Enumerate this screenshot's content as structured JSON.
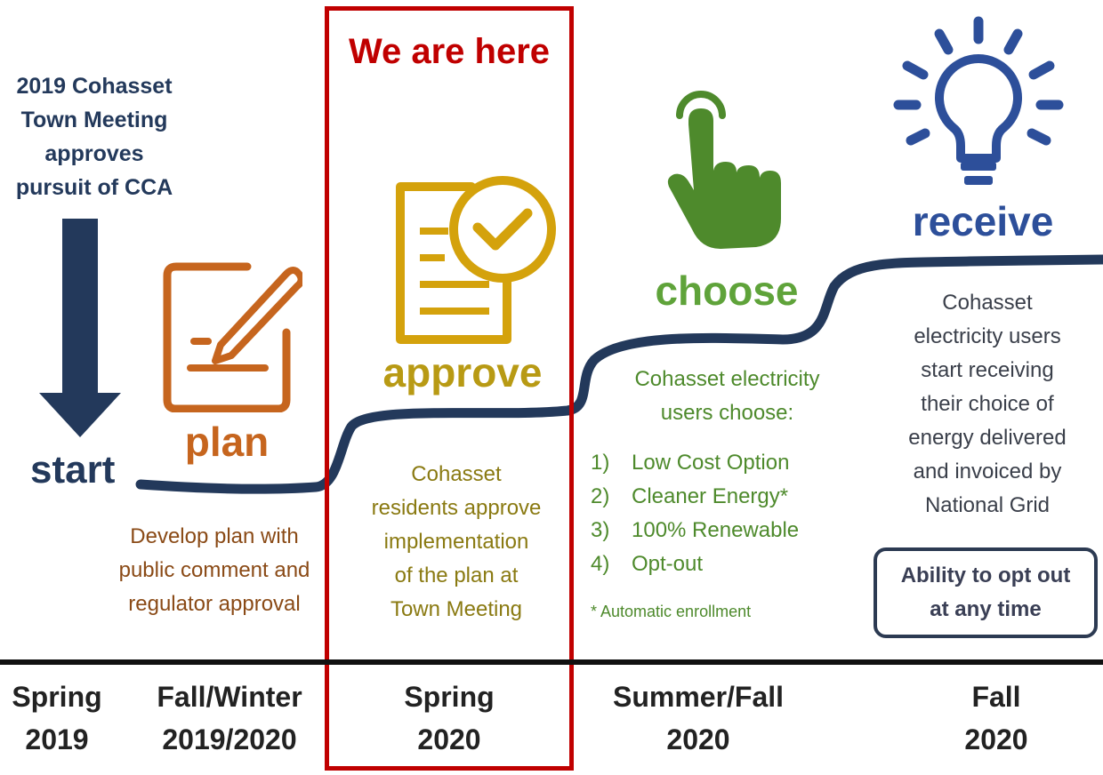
{
  "marker": {
    "label": "We are here"
  },
  "steps": {
    "start": {
      "intro_lines": [
        "2019 Cohasset",
        "Town Meeting",
        "approves",
        "pursuit of CCA"
      ],
      "label": "start"
    },
    "plan": {
      "label": "plan",
      "desc_lines": [
        "Develop plan with",
        "public comment and",
        "regulator approval"
      ]
    },
    "approve": {
      "label": "approve",
      "desc_lines": [
        "Cohasset",
        "residents approve",
        "implementation",
        "of the plan at",
        "Town Meeting"
      ]
    },
    "choose": {
      "label": "choose",
      "desc_lines": [
        "Cohasset electricity",
        "users choose:"
      ],
      "options": [
        {
          "num": "1)",
          "text": "Low Cost Option"
        },
        {
          "num": "2)",
          "text": "Cleaner Energy*"
        },
        {
          "num": "3)",
          "text": "100% Renewable"
        },
        {
          "num": "4)",
          "text": "Opt-out"
        }
      ],
      "footnote": "* Automatic enrollment"
    },
    "receive": {
      "label": "receive",
      "desc_lines": [
        "Cohasset",
        "electricity users",
        "start receiving",
        "their choice of",
        "energy delivered",
        "and invoiced by",
        "National Grid"
      ],
      "optout_lines": [
        "Ability to opt out",
        "at any time"
      ]
    }
  },
  "timeline": [
    {
      "line1": "Spring",
      "line2": "2019"
    },
    {
      "line1": "Fall/Winter",
      "line2": "2019/2020"
    },
    {
      "line1": "Spring",
      "line2": "2020"
    },
    {
      "line1": "Summer/Fall",
      "line2": "2020"
    },
    {
      "line1": "Fall",
      "line2": "2020"
    }
  ],
  "colors": {
    "navy": "#23395b",
    "plan_orange": "#c6651e",
    "approve_gold": "#d4a20c",
    "choose_green": "#5fa33a",
    "receive_blue": "#2d4f9a",
    "highlight_red": "#c00000"
  },
  "icons": {
    "start": "down-arrow-icon",
    "plan": "pencil-notepad-icon",
    "approve": "document-checkmark-icon",
    "choose": "pointing-hand-icon",
    "receive": "lightbulb-icon"
  }
}
